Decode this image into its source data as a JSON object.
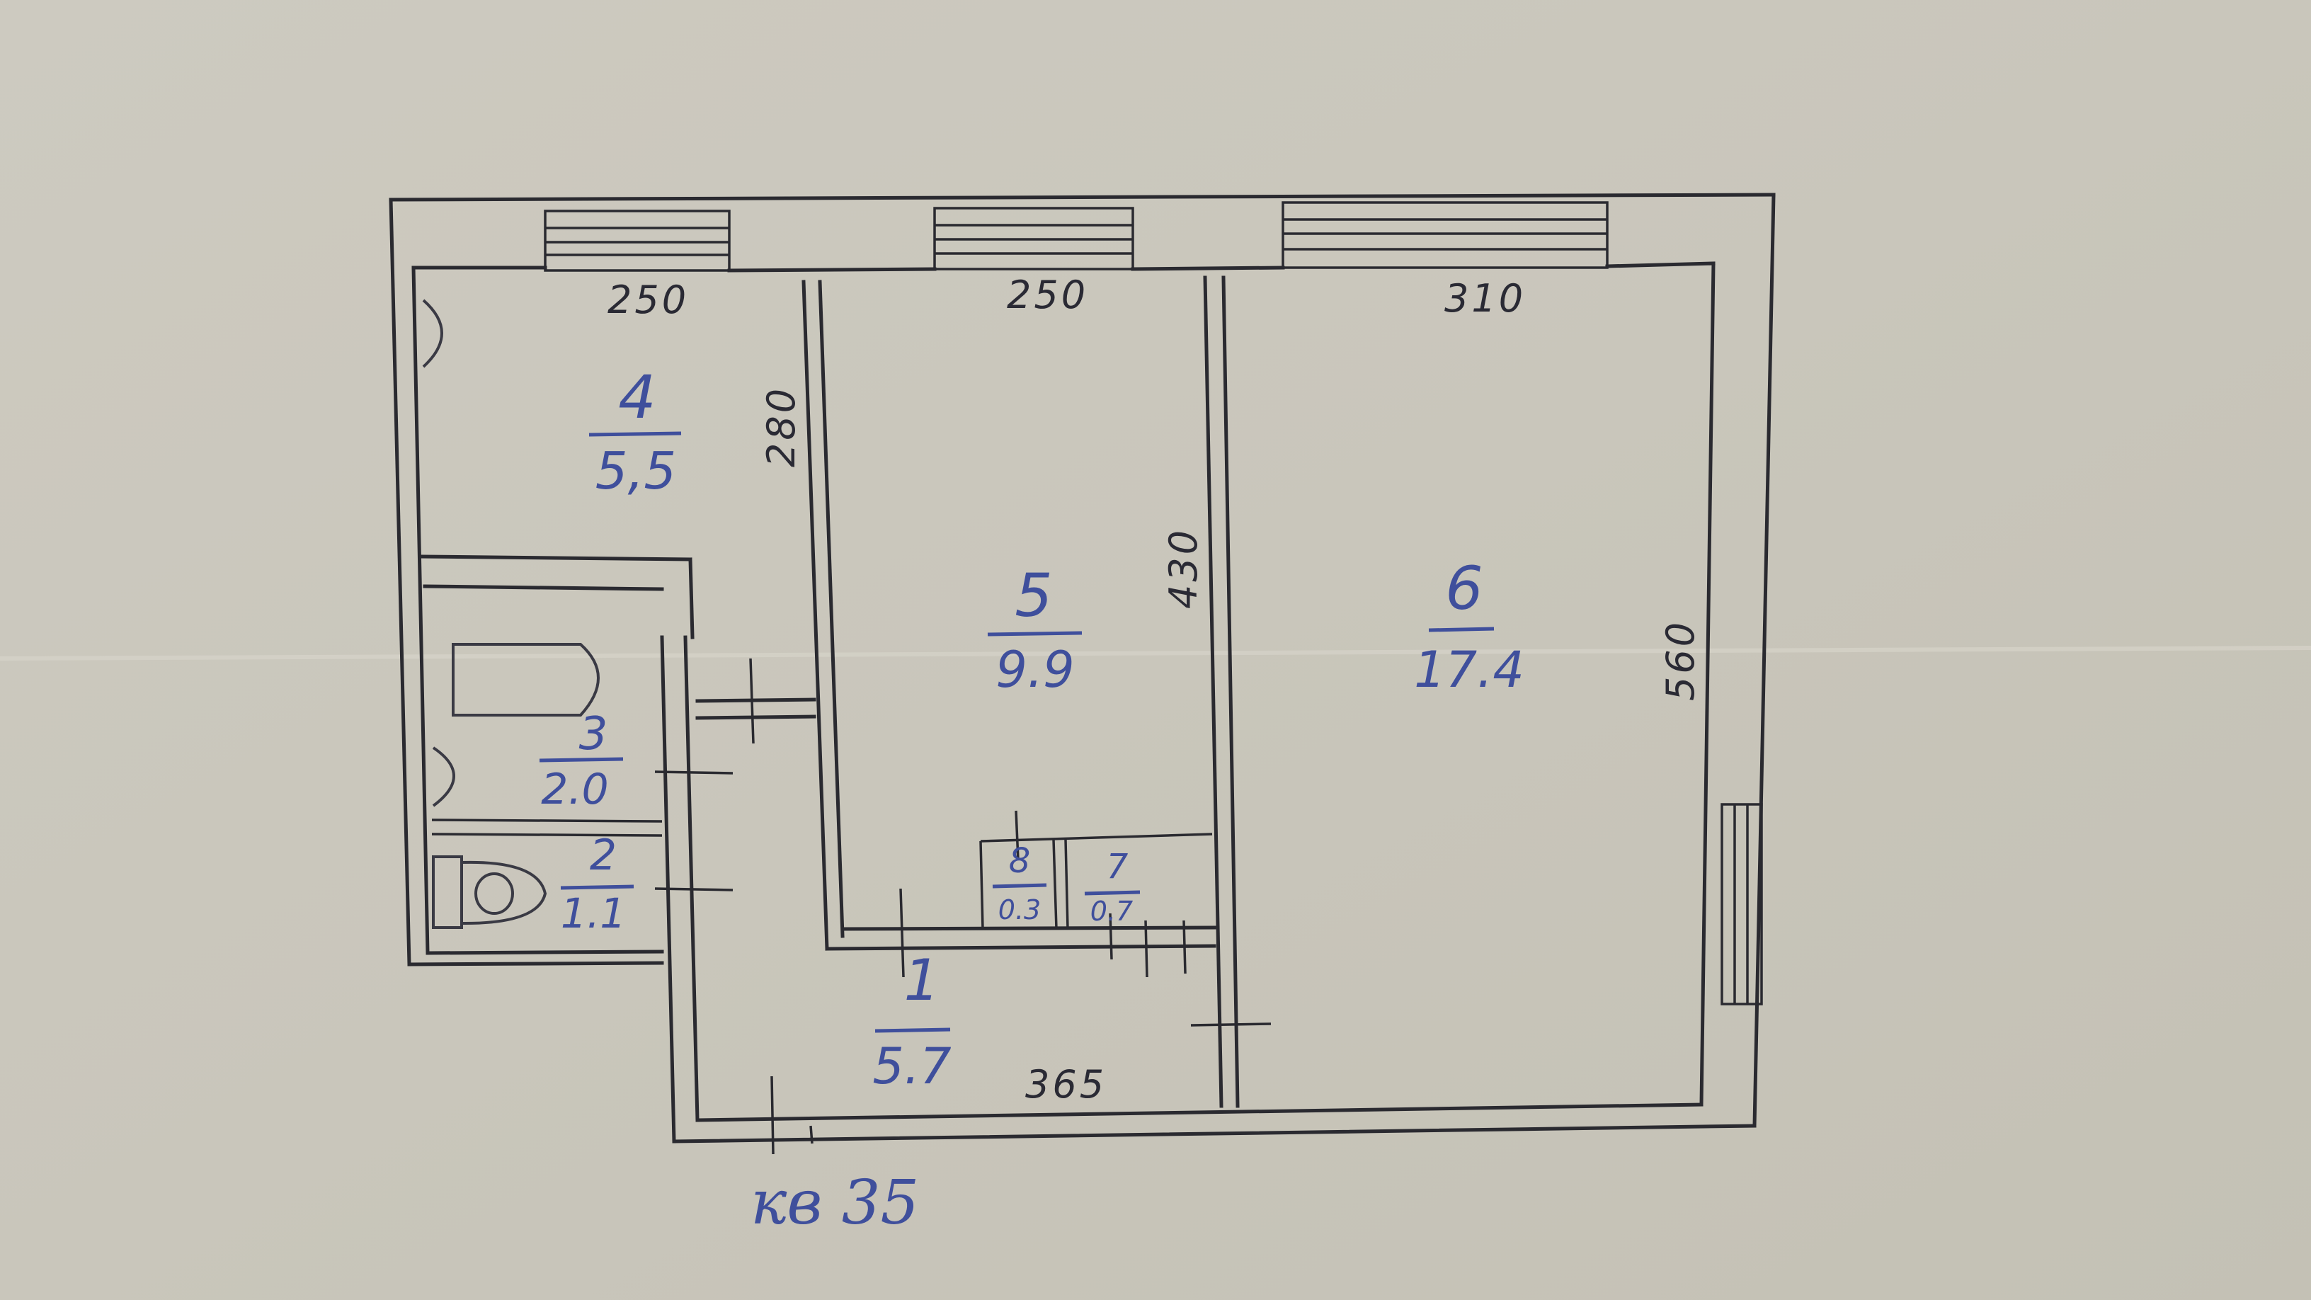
{
  "rooms": [
    {
      "num": "4",
      "area": "5,5"
    },
    {
      "num": "5",
      "area": "9.9"
    },
    {
      "num": "6",
      "area": "17.4"
    },
    {
      "num": "3",
      "area": "2.0"
    },
    {
      "num": "2",
      "area": "1.1"
    },
    {
      "num": "8",
      "area": "0.3"
    },
    {
      "num": "7",
      "area": "0.7"
    },
    {
      "num": "1",
      "area": "5.7"
    }
  ],
  "dimensions": {
    "top_left": "250",
    "top_middle": "250",
    "top_right": "310",
    "left_wall": "280",
    "middle_wall": "430",
    "right_wall": "560",
    "bottom": "365"
  },
  "apartment_label": "кв 35",
  "colors": {
    "paper": "#cbc8bd",
    "pencil": "#2a2a30",
    "ink": "#3f4f9c"
  }
}
